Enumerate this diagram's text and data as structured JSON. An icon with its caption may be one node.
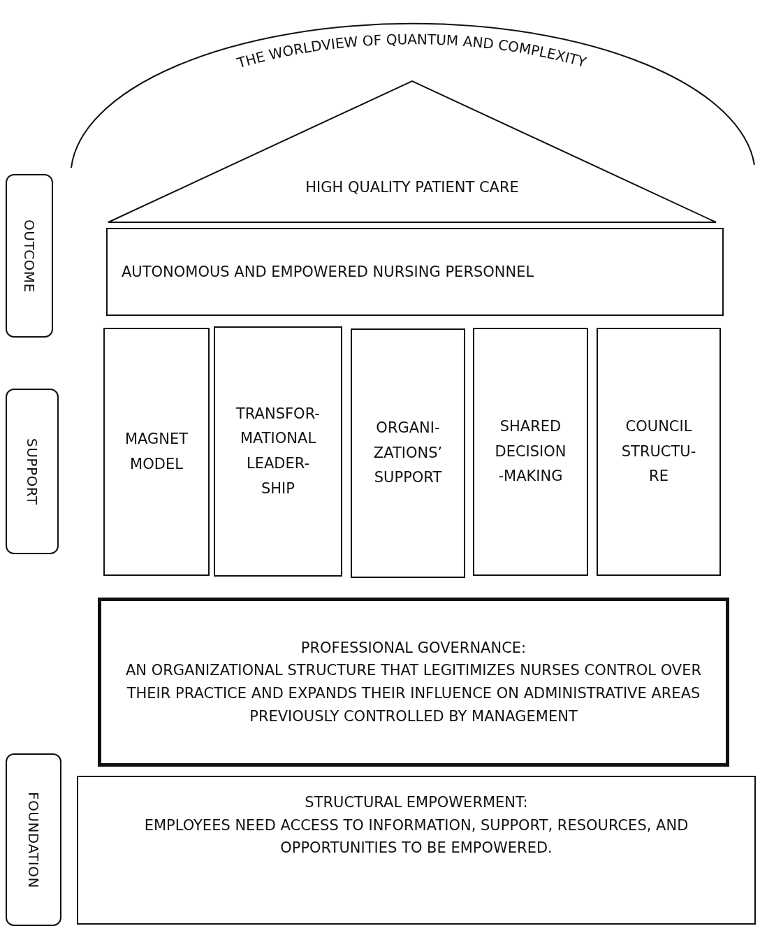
{
  "diagram": {
    "nodes": [
      {
        "text": [
          "THE WORLDVIEW OF QUANTUM AND COMPLEXITY"
        ]
      },
      {
        "text": [
          "HIGH QUALITY PATIENT CARE"
        ]
      },
      {
        "text": [
          "OUTCOME"
        ]
      },
      {
        "text": [
          "AUTONOMOUS AND EMPOWERED NURSING PERSONNEL"
        ]
      },
      {
        "text": [
          "SUPPORT"
        ]
      },
      {
        "text": [
          "MAGNET MODEL"
        ]
      },
      {
        "text": [
          "TRANSFOR- MATIONAL LEADER- SHIP"
        ]
      },
      {
        "text": [
          "ORGANI- ZATIONS’ SUPPORT"
        ]
      },
      {
        "text": [
          "SHARED DECISION -MAKING"
        ]
      },
      {
        "text": [
          "COUNCIL STRUCTU- RE"
        ]
      },
      {
        "text": [
          "PROFESSIONAL GOVERNANCE:",
          "AN ORGANIZATIONAL STRUCTURE THAT LEGITIMIZES NURSES CONTROL OVER THEIR PRACTICE AND EXPANDS THEIR INFLUENCE ON ADMINISTRATIVE AREAS PREVIOUSLY CONTROLLED BY MANAGEMENT"
        ]
      },
      {
        "text": [
          "FOUNDATION"
        ]
      },
      {
        "text": [
          "STRUCTURAL EMPOWERMENT:",
          "EMPLOYEES NEED ACCESS TO INFORMATION, SUPPORT, RESOURCES, AND OPPORTUNITIES TO BE EMPOWERED."
        ]
      }
    ]
  }
}
